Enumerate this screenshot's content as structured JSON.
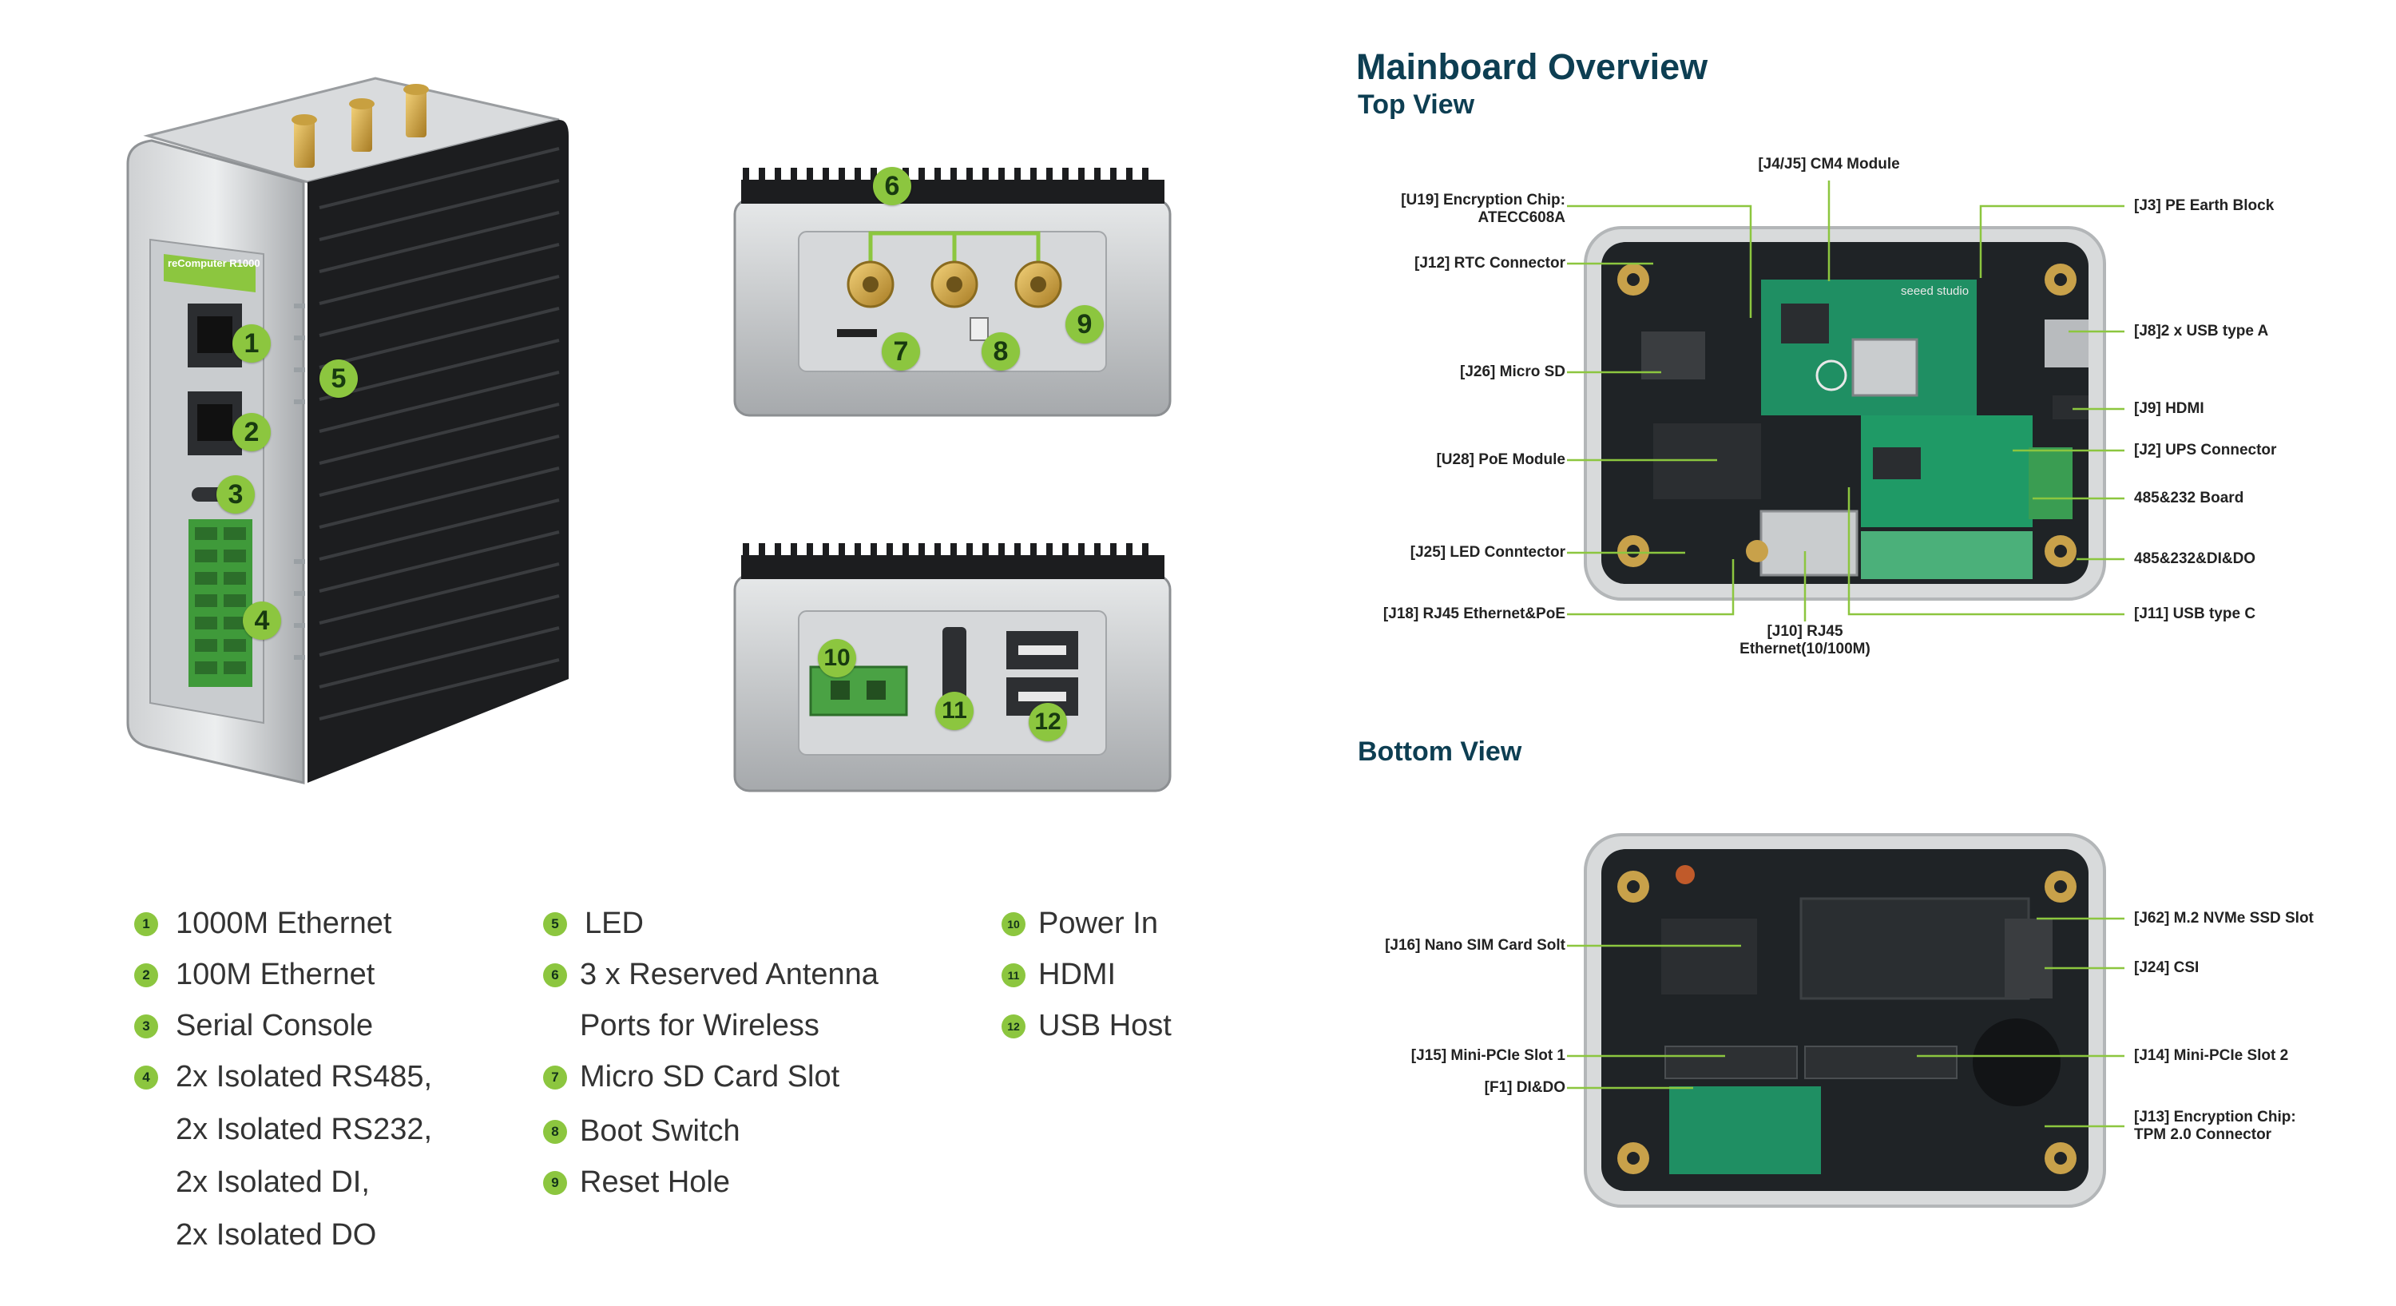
{
  "header": {
    "title": "Mainboard Overview",
    "top_view_title": "Top View",
    "bottom_view_title": "Bottom View"
  },
  "device": {
    "brand_label": "reComputer R1000",
    "board_brand": "seeed studio",
    "badges": [
      "1",
      "2",
      "3",
      "4",
      "5",
      "6",
      "7",
      "8",
      "9",
      "10",
      "11",
      "12"
    ]
  },
  "top_view_labels": {
    "cm4": "[J4/J5] CM4 Module",
    "encryption_1": "[U19] Encryption Chip:",
    "encryption_2": "ATECC608A",
    "rtc": "[J12] RTC Connector",
    "micro_sd": "[J26] Micro SD",
    "poe": "[U28] PoE Module",
    "led_conn": "[J25] LED Conntector",
    "rj45_poe": "[J18] RJ45 Ethernet&PoE",
    "rj45_1": "[J10] RJ45",
    "rj45_2": "Ethernet(10/100M)",
    "pe": "[J3] PE Earth Block",
    "usb_a": "[J8]2 x USB type A",
    "hdmi": "[J9] HDMI",
    "ups": "[J2] UPS Connector",
    "board485": "485&232 Board",
    "didoc": "485&232&DI&DO",
    "usb_c": "[J11] USB type C"
  },
  "bottom_view_labels": {
    "nano_sim": "[J16] Nano SIM Card Solt",
    "mpcie1": "[J15] Mini-PCIe Slot 1",
    "dido": "[F1] DI&DO",
    "nvme": "[J62] M.2 NVMe SSD Slot",
    "csi": "[J24] CSI",
    "mpcie2": "[J14] Mini-PCIe Slot 2",
    "tpm_1": "[J13] Encryption Chip:",
    "tpm_2": "TPM 2.0 Connector"
  },
  "legend": {
    "col1": [
      {
        "num": "1",
        "text": "1000M Ethernet"
      },
      {
        "num": "2",
        "text": "100M Ethernet"
      },
      {
        "num": "3",
        "text": "Serial Console"
      },
      {
        "num": "4",
        "text": "2x Isolated RS485,"
      }
    ],
    "col1_cont": [
      "2x Isolated RS232,",
      "2x Isolated DI,",
      "2x Isolated DO"
    ],
    "col2": [
      {
        "num": "5",
        "text": "LED"
      },
      {
        "num": "6",
        "text": "3 x Reserved Antenna"
      }
    ],
    "col2_cont": [
      "Ports for Wireless"
    ],
    "col2b": [
      {
        "num": "7",
        "text": "Micro SD Card Slot"
      },
      {
        "num": "8",
        "text": "Boot Switch"
      },
      {
        "num": "9",
        "text": "Reset Hole"
      }
    ],
    "col3": [
      {
        "num": "10",
        "text": "Power In"
      },
      {
        "num": "11",
        "text": "HDMI"
      },
      {
        "num": "12",
        "text": "USB Host"
      }
    ]
  },
  "colors": {
    "accent_green": "#8cc63f",
    "title_navy": "#0d3e52",
    "pcb_dark": "#1f2326",
    "pcb_green": "#1f8f63"
  }
}
